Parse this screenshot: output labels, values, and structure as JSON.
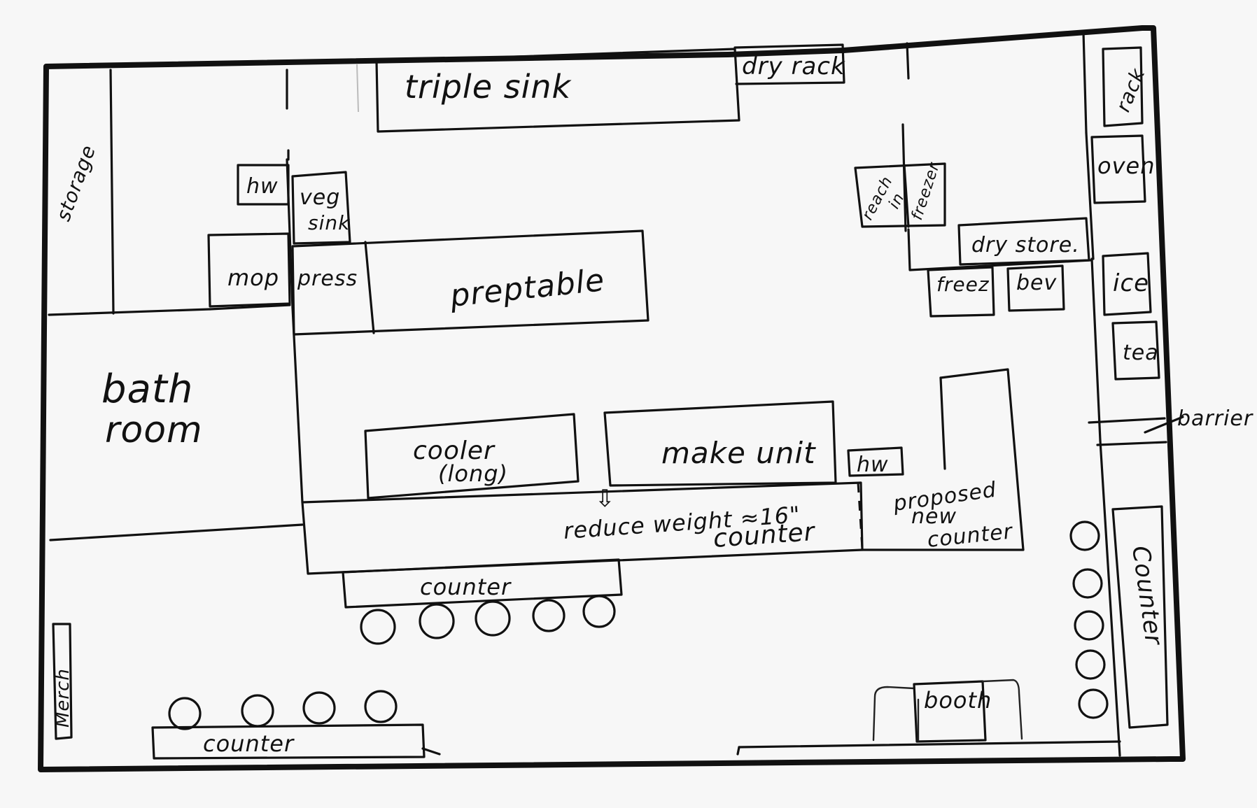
{
  "plan": {
    "labels": {
      "triple_sink": "triple  sink",
      "dry_rack_top": "dry rack",
      "rack": "rack",
      "storage": "storage",
      "hw_left": "hw",
      "veg_sink_1": "veg",
      "veg_sink_2": "sink",
      "mop": "mop",
      "press": "press",
      "preptable": "preptable",
      "reach_in_1": "reach",
      "reach_in_2": "in",
      "freezer_top": "freezer",
      "oven": "oven",
      "dry_store": "dry store.",
      "freez": "freez",
      "bev": "bev",
      "ice": "ice",
      "tea": "tea",
      "barrier": "barrier",
      "bath_1": "bath",
      "bath_2": "room",
      "cooler_1": "cooler",
      "cooler_2": "(long)",
      "make_unit": "make unit",
      "hw_center": "hw",
      "reduce_weight": "reduce weight ≈16\"",
      "counter_main": "counter",
      "proposed_1": "proposed",
      "proposed_2": "new",
      "proposed_3": "counter",
      "counter_bar": "counter",
      "counter_right": "Counter",
      "merch": "Merch",
      "counter_bottom": "counter",
      "booth": "booth",
      "arrow": "⇩"
    }
  }
}
